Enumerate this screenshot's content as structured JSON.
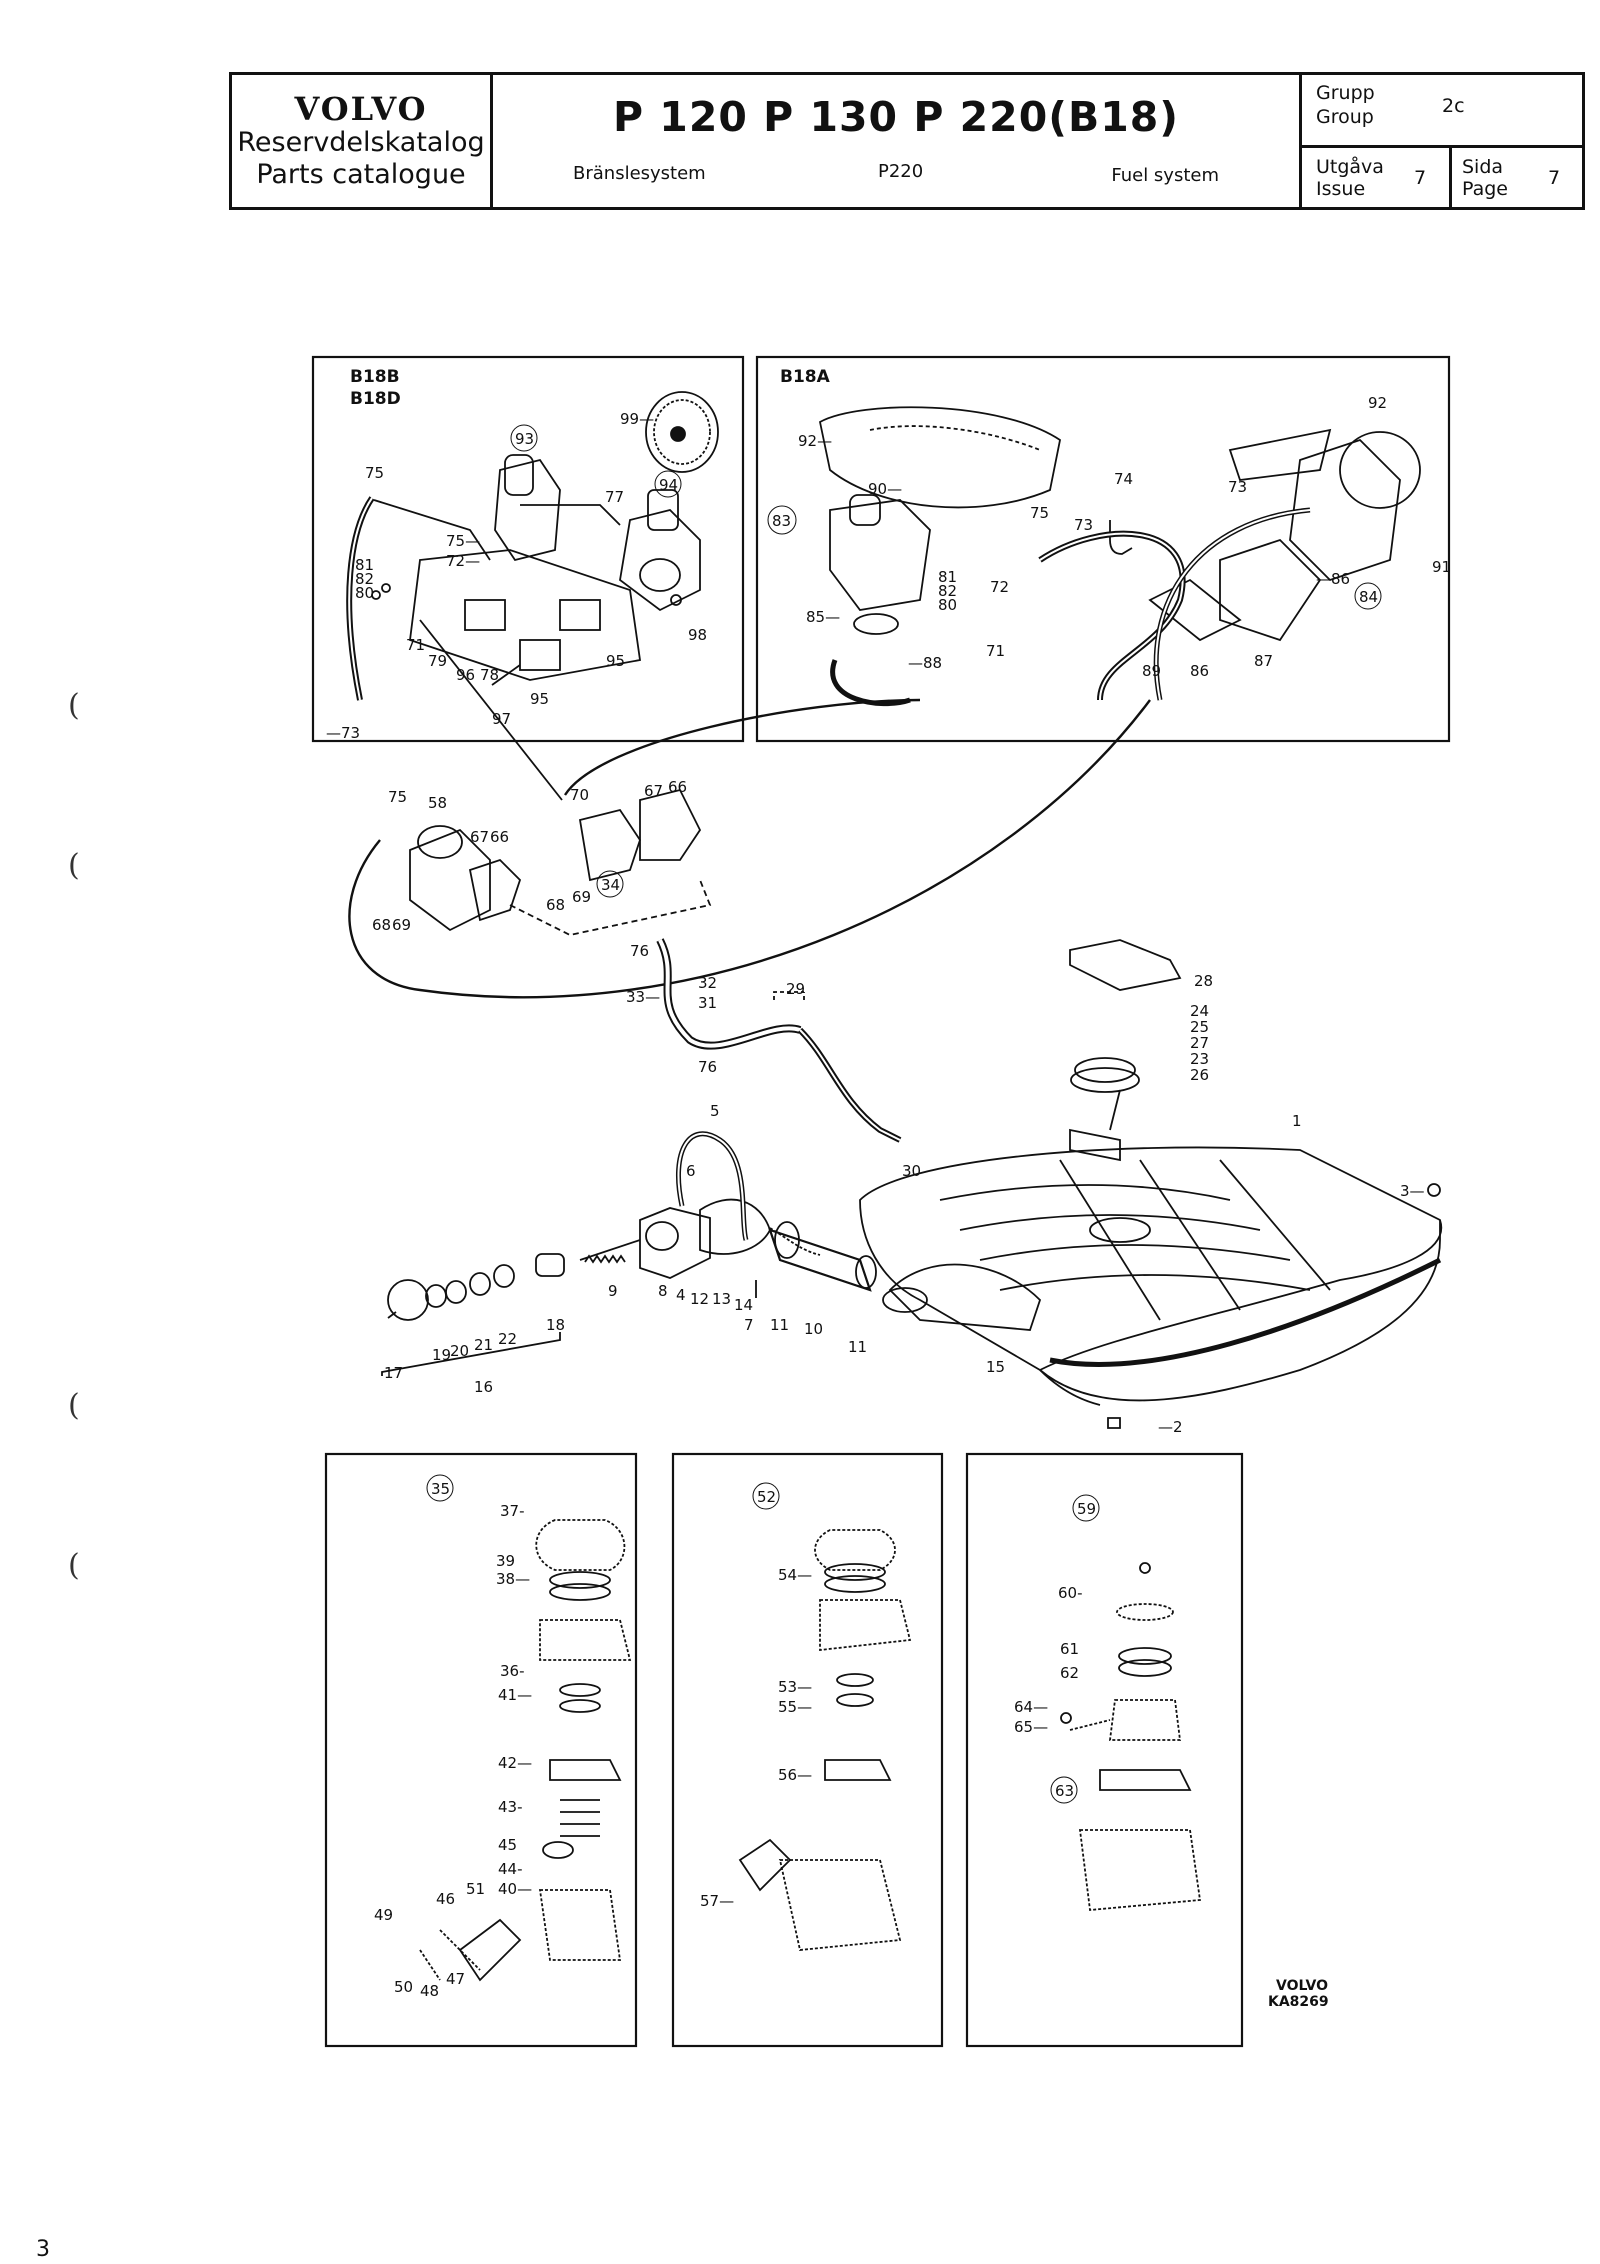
{
  "header": {
    "brand": "VOLVO",
    "catalog_sv": "Reservdelskatalog",
    "catalog_en": "Parts catalogue",
    "models": "P 120  P 130  P 220(B18)",
    "section_sv": "Bränslesystem",
    "section_model": "P220",
    "section_en": "Fuel system",
    "group_sv": "Grupp",
    "group_en": "Group",
    "group_value": "2c",
    "issue_sv": "Utgåva",
    "issue_en": "Issue",
    "issue_value": "7",
    "page_sv": "Sida",
    "page_en": "Page",
    "page_value": "7"
  },
  "diagram": {
    "engine_left_labels": [
      "B18B",
      "B18D"
    ],
    "engine_right_label": "B18A",
    "figure_mark": "VOLVO",
    "figure_code": "KA8269"
  },
  "footer": {
    "page_number": "3"
  }
}
